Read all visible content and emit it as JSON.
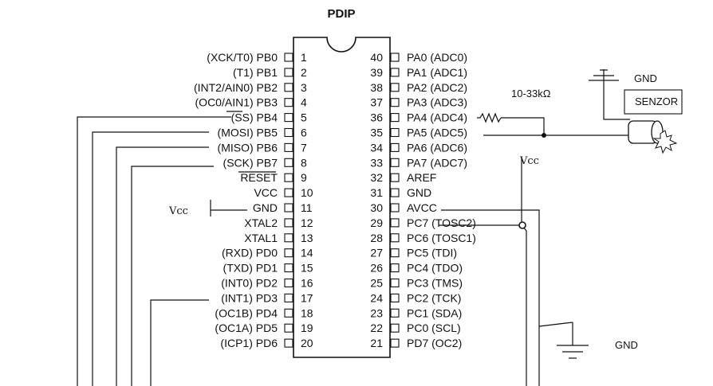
{
  "title": "PDIP",
  "left_pins": [
    {
      "label": "(XCK/T0) PB0",
      "num": "1"
    },
    {
      "label": "(T1) PB1",
      "num": "2"
    },
    {
      "label": "(INT2/AIN0) PB2",
      "num": "3"
    },
    {
      "label": "(OC0/AIN1) PB3",
      "num": "4"
    },
    {
      "label": "(SS) PB4",
      "num": "5"
    },
    {
      "label": "(MOSI) PB5",
      "num": "6"
    },
    {
      "label": "(MISO) PB6",
      "num": "7"
    },
    {
      "label": "(SCK) PB7",
      "num": "8"
    },
    {
      "label": "RESET",
      "num": "9"
    },
    {
      "label": "VCC",
      "num": "10"
    },
    {
      "label": "GND",
      "num": "11"
    },
    {
      "label": "XTAL2",
      "num": "12"
    },
    {
      "label": "XTAL1",
      "num": "13"
    },
    {
      "label": "(RXD) PD0",
      "num": "14"
    },
    {
      "label": "(TXD) PD1",
      "num": "15"
    },
    {
      "label": "(INT0) PD2",
      "num": "16"
    },
    {
      "label": "(INT1) PD3",
      "num": "17"
    },
    {
      "label": "(OC1B) PD4",
      "num": "18"
    },
    {
      "label": "(OC1A) PD5",
      "num": "19"
    },
    {
      "label": "(ICP1) PD6",
      "num": "20"
    }
  ],
  "right_pins": [
    {
      "label": "PA0 (ADC0)",
      "num": "40"
    },
    {
      "label": "PA1 (ADC1)",
      "num": "39"
    },
    {
      "label": "PA2 (ADC2)",
      "num": "38"
    },
    {
      "label": "PA3 (ADC3)",
      "num": "37"
    },
    {
      "label": "PA4 (ADC4)",
      "num": "36"
    },
    {
      "label": "PA5 (ADC5)",
      "num": "35"
    },
    {
      "label": "PA6 (ADC6)",
      "num": "34"
    },
    {
      "label": "PA7 (ADC7)",
      "num": "33"
    },
    {
      "label": "AREF",
      "num": "32"
    },
    {
      "label": "GND",
      "num": "31"
    },
    {
      "label": "AVCC",
      "num": "30"
    },
    {
      "label": "PC7 (TOSC2)",
      "num": "29"
    },
    {
      "label": "PC6 (TOSC1)",
      "num": "28"
    },
    {
      "label": "PC5 (TDI)",
      "num": "27"
    },
    {
      "label": "PC4 (TDO)",
      "num": "26"
    },
    {
      "label": "PC3 (TMS)",
      "num": "25"
    },
    {
      "label": "PC2 (TCK)",
      "num": "24"
    },
    {
      "label": "PC1 (SDA)",
      "num": "23"
    },
    {
      "label": "PC0 (SCL)",
      "num": "22"
    },
    {
      "label": "PD7 (OC2)",
      "num": "21"
    }
  ],
  "annotations": {
    "resistor": "10-33kΩ",
    "sensor": "SENZOR",
    "gnd_top": "GND",
    "gnd_bottom": "GND",
    "vcc_right": "Vcc",
    "vcc_left": "Vcc"
  }
}
